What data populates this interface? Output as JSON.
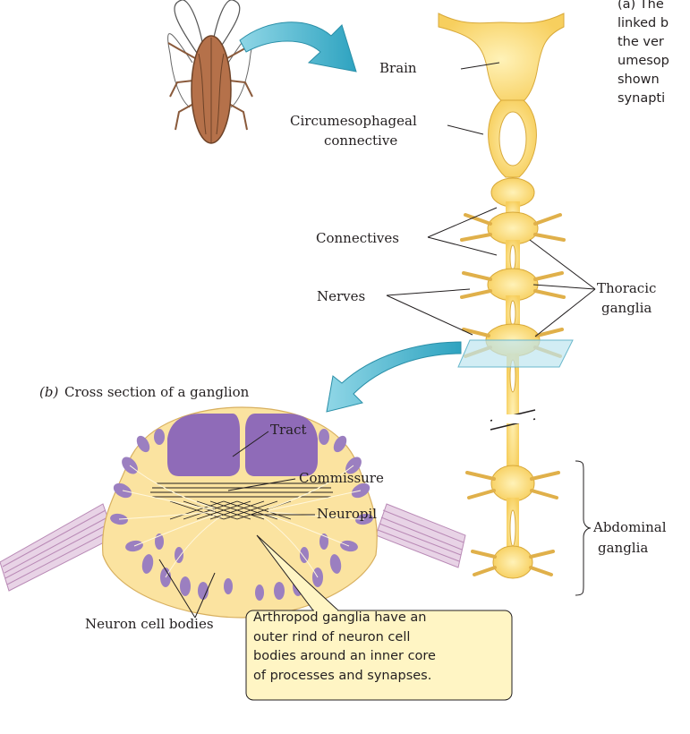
{
  "labels": {
    "brain": "Brain",
    "circumesophageal_1": "Circumesophageal",
    "circumesophageal_2": "connective",
    "connectives": "Connectives",
    "nerves": "Nerves",
    "thoracic_1": "Thoracic",
    "thoracic_2": "ganglia",
    "abdominal_1": "Abdominal",
    "abdominal_2": "ganglia",
    "tract": "Tract",
    "commissure": "Commissure",
    "neuropil": "Neuropil",
    "neuron_cell_bodies": "Neuron cell bodies"
  },
  "panel_b": {
    "letter": "(b)",
    "title": "Cross section of a ganglion"
  },
  "caption_a": [
    "(a) The",
    "linked b",
    "the ver",
    "umesop",
    "shown",
    "synapti"
  ],
  "callout": [
    "Arthropod ganglia have an",
    "outer rind of neuron cell",
    "bodies around an inner core",
    "of processes and synapses."
  ],
  "colors": {
    "ganglion_fill": "#f9d36a",
    "ganglion_outline": "#d8a93a",
    "section_fill": "#fbe3a0",
    "cell_bodies": "#9b7fc0",
    "arrow": "#4bb6cf",
    "callout_fill": "#fff5c4",
    "insect_body": "#b5714a"
  }
}
